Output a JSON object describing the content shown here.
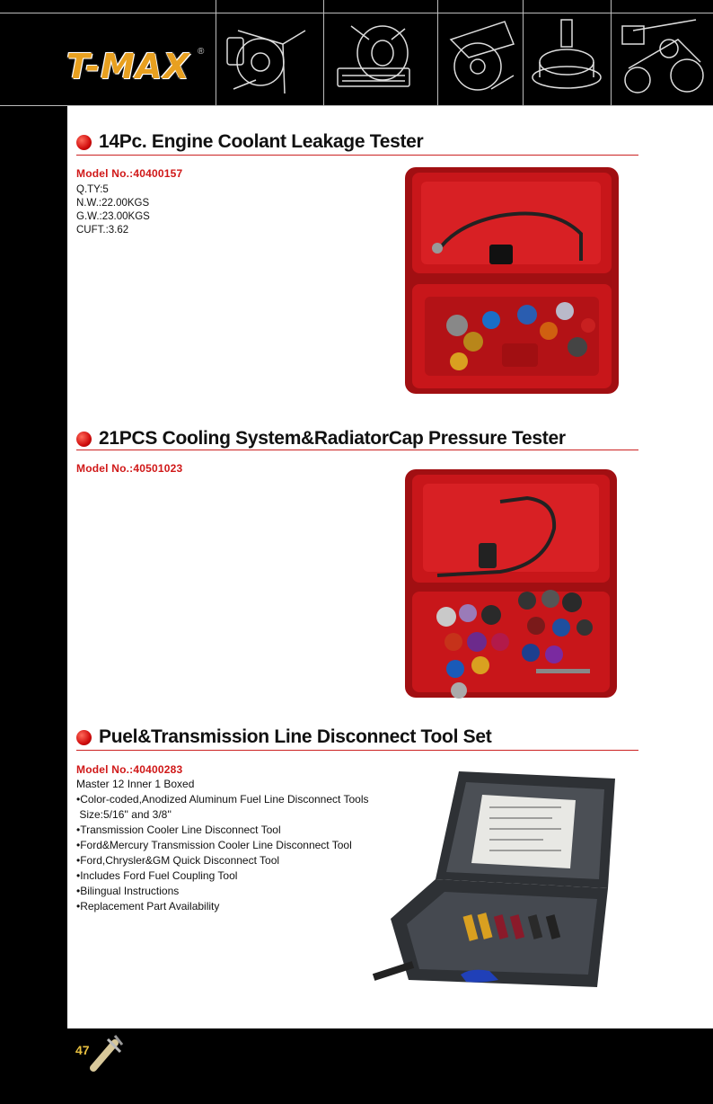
{
  "header": {
    "logo_text": "T-MAX",
    "logo_reg": "®",
    "sketch_icons": [
      "wheel-puller-sketch-icon",
      "gear-tool-sketch-icon",
      "hub-tool-sketch-icon",
      "bearing-press-sketch-icon",
      "belt-tool-sketch-icon"
    ]
  },
  "sections": [
    {
      "title": "14Pc. Engine Coolant Leakage Tester",
      "model": "Model No.:40400157",
      "specs": [
        "Q.TY:5",
        "N.W.:22.00KGS",
        "G.W.:23.00KGS",
        "CUFT.:3.62"
      ]
    },
    {
      "title": "21PCS Cooling System&RadiatorCap Pressure Tester",
      "model": "Model No.:40501023"
    },
    {
      "title": "Puel&Transmission Line Disconnect Tool Set",
      "model": "Model No.:40400283",
      "features": [
        "Master 12 Inner 1 Boxed",
        "•Color-coded,Anodized Aluminum Fuel Line Disconnect Tools",
        " Size:5/16'' and 3/8''",
        "•Transmission Cooler Line Disconnect Tool",
        "•Ford&Mercury Transmission Cooler Line Disconnect Tool",
        "•Ford,Chrysler&GM Quick Disconnect Tool",
        "•Includes Ford Fuel Coupling Tool",
        "•Bilingual Instructions",
        "•Replacement Part Availability"
      ]
    }
  ],
  "footer": {
    "page_number": "47"
  },
  "colors": {
    "accent_red": "#d01818",
    "case_red": "#c8161a",
    "case_gray": "#3a3d42",
    "logo_gold": "#e8a020"
  }
}
